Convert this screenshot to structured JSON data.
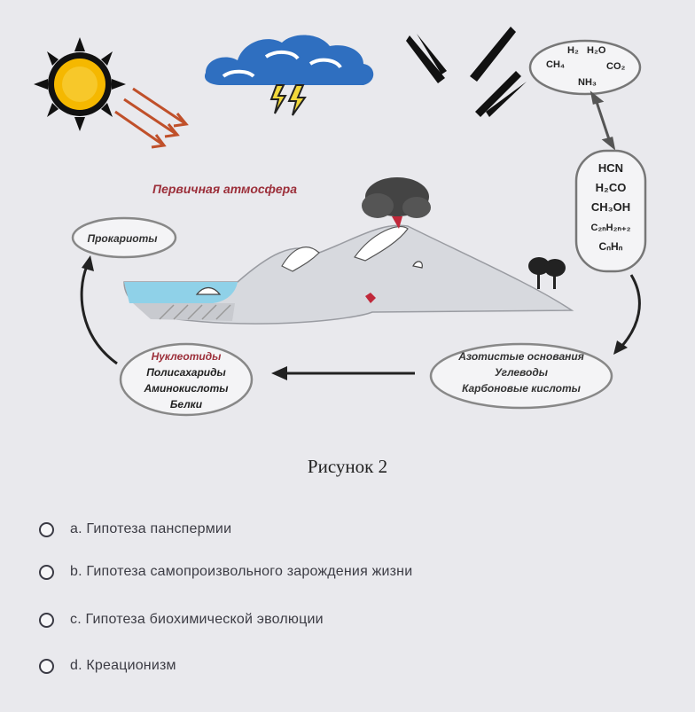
{
  "figure": {
    "atmosphere_label": "Первичная атмосфера",
    "prokaryotes_label": "Прокариоты",
    "gases": [
      "H₂",
      "H₂O",
      "CH₄",
      "CO₂",
      "NH₃"
    ],
    "organics": [
      "HCN",
      "H₂CO",
      "CH₃OH",
      "C₂ₙH₂ₙ₊₂",
      "CₙHₙ"
    ],
    "bases_box": [
      "Азотистые основания",
      "Углеводы",
      "Карбоновые кислоты"
    ],
    "polymers_box": [
      "Нуклеотиды",
      "Полисахариды",
      "Аминокислоты",
      "Белки"
    ],
    "caption": "Рисунок 2"
  },
  "question": {
    "options": [
      {
        "label": "a. Гипотеза панспермии"
      },
      {
        "label": "b. Гипотеза самопроизвольного зарождения жизни"
      },
      {
        "label": "c. Гипотеза биохимической эволюции"
      },
      {
        "label": "d. Креационизм"
      }
    ]
  },
  "colors": {
    "sun": "#f5b800",
    "cloud": "#2f6fc0",
    "volcano_smoke": "#444444",
    "land": "#d7d9de",
    "water": "#8fd1e8",
    "outline": "#2b2b2b"
  },
  "icons": [
    "sun-icon",
    "cloud-icon",
    "lightning-icon",
    "meteor-icon",
    "volcano-icon",
    "tree-icon"
  ]
}
